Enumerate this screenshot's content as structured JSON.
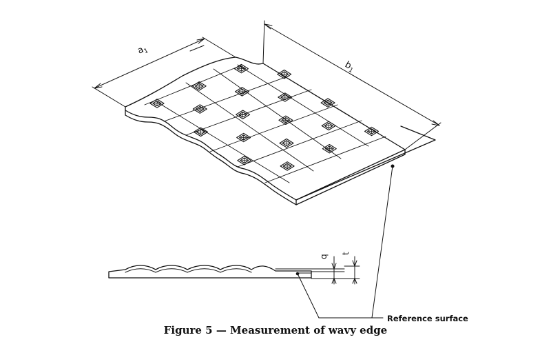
{
  "labels": {
    "a1": "a",
    "a1_sub": "1",
    "b1": "b",
    "b1_sub": "1",
    "q": "q",
    "t": "t",
    "reference_surface": "Reference surface"
  },
  "caption": "Figure 5 — Measurement of wavy edge"
}
